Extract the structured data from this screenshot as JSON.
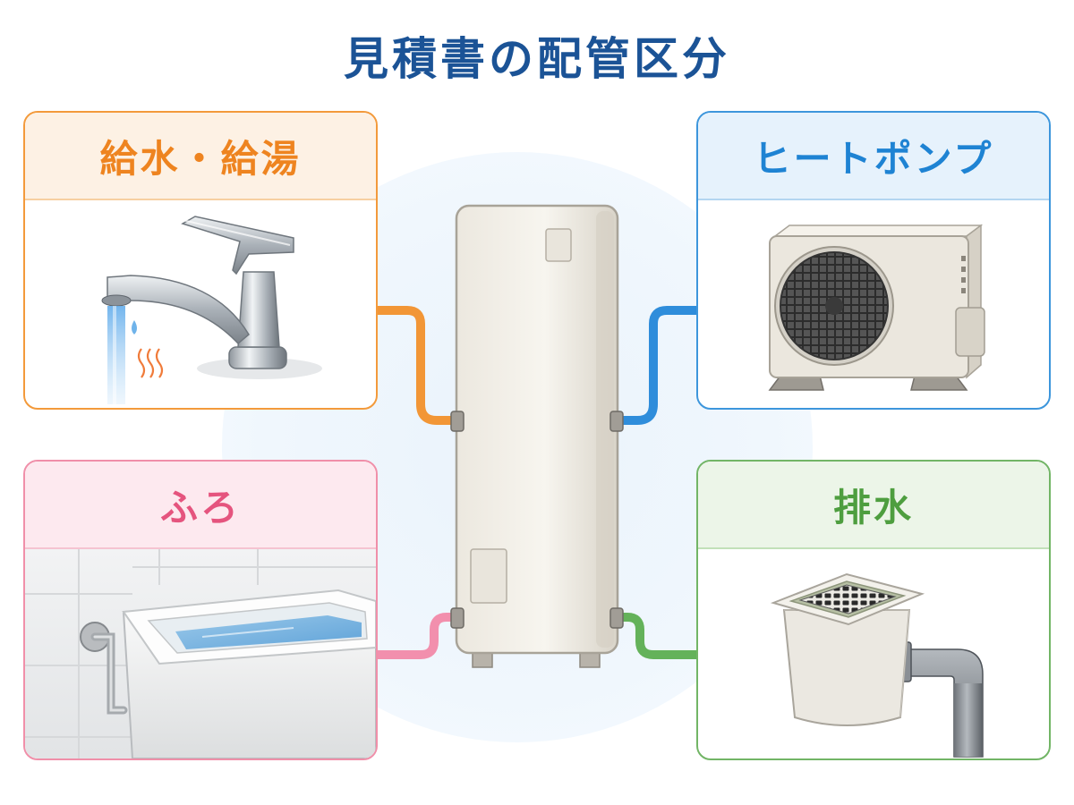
{
  "title": "見積書の配管区分",
  "panels": {
    "water": {
      "label": "給水・給湯",
      "icon": "faucet-icon",
      "color": "#f08a2a"
    },
    "heat_pump": {
      "label": "ヒートポンプ",
      "icon": "heat-pump-unit-icon",
      "color": "#1e83d3"
    },
    "bath": {
      "label": "ふろ",
      "icon": "bathtub-icon",
      "color": "#e5547e"
    },
    "drain": {
      "label": "排水",
      "icon": "floor-drain-icon",
      "color": "#4e9e3f"
    }
  },
  "center": {
    "icon": "water-heater-tank-icon"
  }
}
